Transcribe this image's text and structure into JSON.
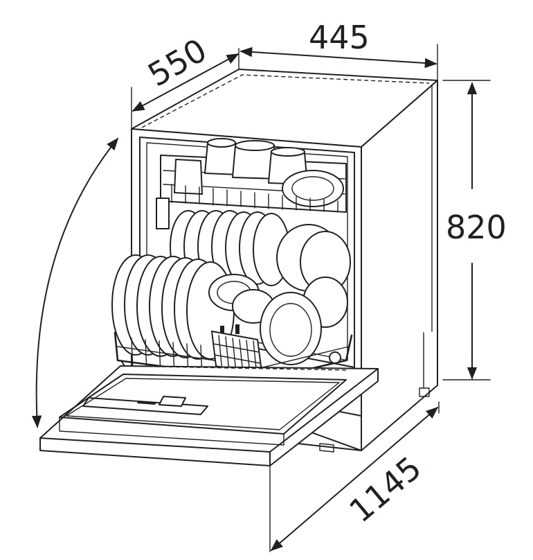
{
  "dimensions": {
    "width": "445",
    "depth": "550",
    "height": "820",
    "depth_door_open": "1145"
  },
  "colors": {
    "line": "#231f20",
    "background": "#ffffff"
  }
}
